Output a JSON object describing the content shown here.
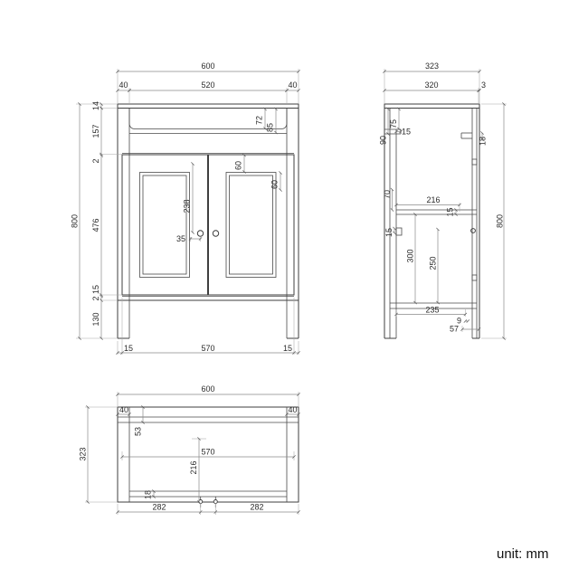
{
  "unit_label": "unit: mm",
  "front_view": {
    "overall_width": "600",
    "top_chain": [
      "40",
      "520",
      "40"
    ],
    "overall_height": "800",
    "left_chain": [
      "14",
      "157",
      "2",
      "476",
      "15",
      "2",
      "130"
    ],
    "basin_recess_depth": "72",
    "basin_apron_height": "85",
    "door_stile_top": "60",
    "door_stile_side": "60",
    "handle_drop": "238",
    "handle_inset": "35",
    "bottom_chain": [
      "15",
      "570",
      "15"
    ]
  },
  "side_view": {
    "overall_depth": "323",
    "depth_chain": [
      "320",
      "3"
    ],
    "overall_height": "800",
    "front_rail_height": "75",
    "top_section_height": "90",
    "top_rail_thickness": "15",
    "back_rail_thickness": "18",
    "front_frame_width": "70",
    "shelf_depth": "216",
    "shelf_thickness": "15",
    "bracket_size": "15",
    "lower_section_height": "300",
    "shelf_to_rail": "250",
    "bottom_rail_depth": "235",
    "foot_gap": "9",
    "foot_depth": "57"
  },
  "plan_view": {
    "overall_width": "600",
    "side_post_left": "40",
    "side_post_right": "40",
    "overall_depth": "323",
    "back_rail_depth": "53",
    "inner_width": "570",
    "inner_depth": "216",
    "front_rail_thickness": "18",
    "fixing_left": "282",
    "fixing_right": "282"
  }
}
